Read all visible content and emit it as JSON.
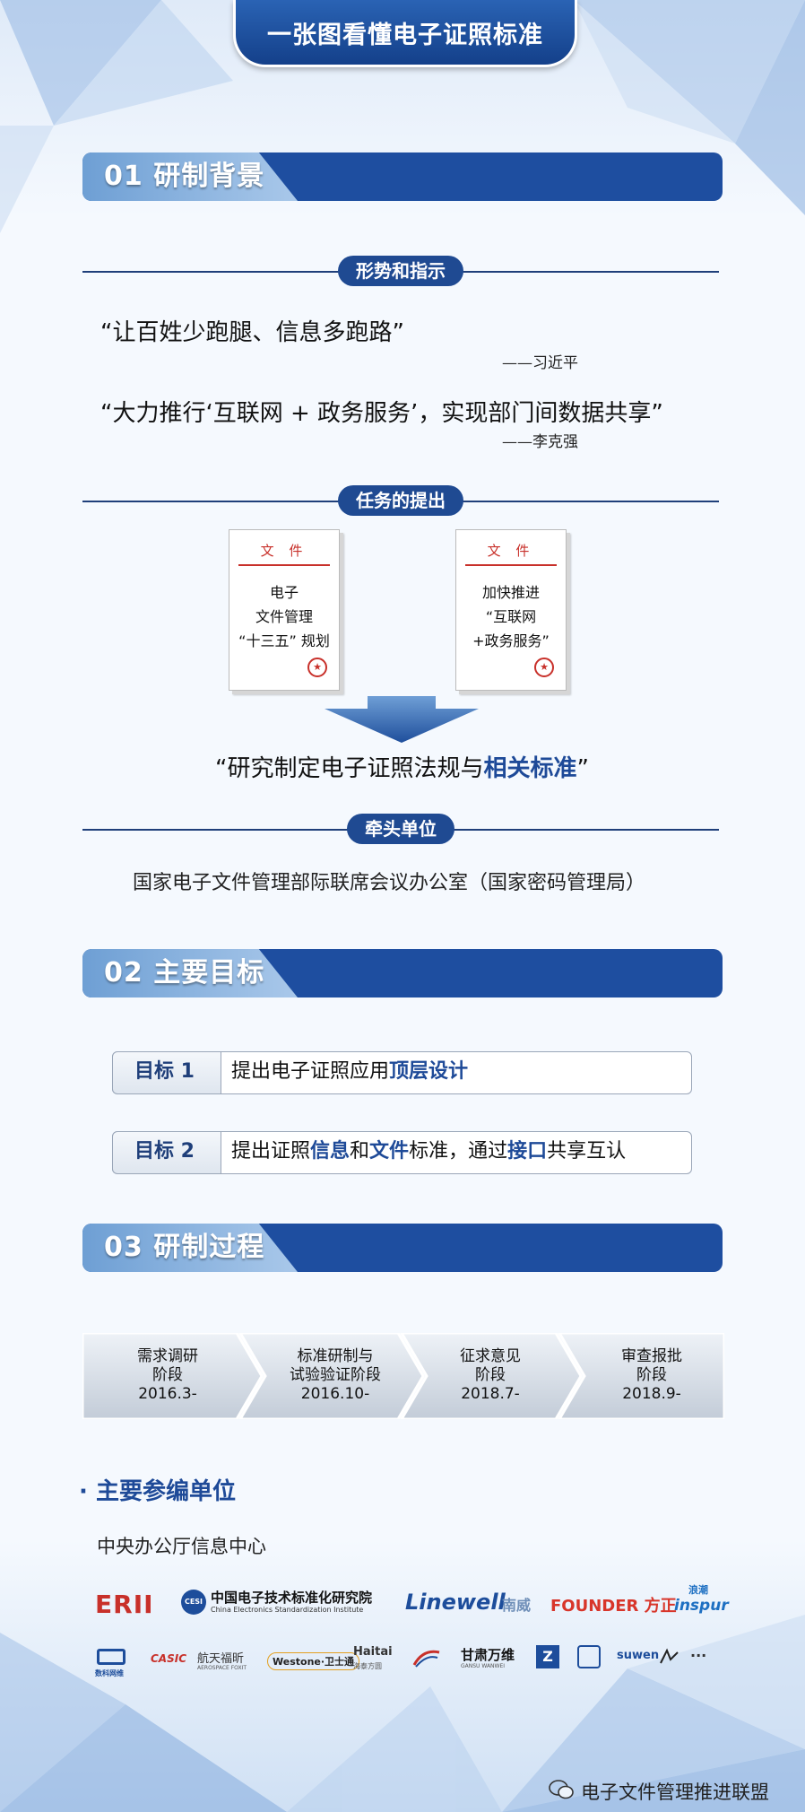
{
  "title": "一张图看懂电子证照标准",
  "sections": [
    {
      "num": "01",
      "title": "研制背景"
    },
    {
      "num": "02",
      "title": "主要目标"
    },
    {
      "num": "03",
      "title": "研制过程"
    }
  ],
  "background": {
    "sub1": "形势和指示",
    "quote1": "“让百姓少跑腿、信息多跑路”",
    "attr1": "——习近平",
    "quote2": "“大力推行‘互联网 + 政务服务’，实现部门间数据共享”",
    "attr2": "——李克强",
    "sub2": "任务的提出",
    "doc1": {
      "header": "文 件",
      "lines": [
        "电子",
        "文件管理",
        "“十三五” 规划"
      ]
    },
    "doc2": {
      "header": "文 件",
      "lines": [
        "加快推进",
        "“互联网",
        "+政务服务”"
      ]
    },
    "callout_pre": "“研究制定电子证照法规与",
    "callout_hl": "相关标准",
    "callout_post": "”",
    "sub3": "牵头单位",
    "lead_org": "国家电子文件管理部际联席会议办公室（国家密码管理局）"
  },
  "goals": [
    {
      "label": "目标 1",
      "parts": [
        {
          "t": "提出电子证照应用",
          "hl": false
        },
        {
          "t": "顶层设计",
          "hl": true
        }
      ]
    },
    {
      "label": "目标 2",
      "parts": [
        {
          "t": "提出证照",
          "hl": false
        },
        {
          "t": "信息",
          "hl": true
        },
        {
          "t": "和",
          "hl": false
        },
        {
          "t": "文件",
          "hl": true
        },
        {
          "t": "标准，通过",
          "hl": false
        },
        {
          "t": "接口",
          "hl": true
        },
        {
          "t": "共享互认",
          "hl": false
        }
      ]
    }
  ],
  "process": [
    {
      "lines": [
        "需求调研",
        "阶段",
        "2016.3-"
      ]
    },
    {
      "lines": [
        "标准研制与",
        "试验验证阶段",
        "2016.10-"
      ]
    },
    {
      "lines": [
        "征求意见",
        "阶段",
        "2018.7-"
      ]
    },
    {
      "lines": [
        "审查报批",
        "阶段",
        "2018.9-"
      ]
    }
  ],
  "participants": {
    "bullet": "·",
    "title": "主要参编单位",
    "first": "中央办公厅信息中心",
    "logos_row1": {
      "erii": "ERII",
      "cesi_mark": "CESI",
      "cesi_cn": "中国电子技术标准化研究院",
      "cesi_en": "China Electronics Standardization Institute",
      "linewell": "Linewell",
      "linewell_cn": "南威",
      "founder": "FOUNDER",
      "founder_cn": "方正",
      "inspur_cn": "浪潮",
      "inspur": "inspur"
    },
    "logos_row2": {
      "shuke": "数科网维",
      "casic": "CASIC",
      "hangtian": "航天福昕",
      "hangtian_en": "AEROSPACE FOXIT",
      "westone": "Westone·卫士通",
      "haitai": "Haitai",
      "haitai_cn": "海泰方圆",
      "gansu": "甘肃万维",
      "gansu_en": "GANSU WANWEI",
      "suwen": "suwen",
      "more": "···"
    }
  },
  "footer": {
    "account": "电子文件管理推进联盟"
  },
  "colors": {
    "primary": "#1e4ea0",
    "accent_red": "#c8302a",
    "highlight": "#1e4a98"
  }
}
